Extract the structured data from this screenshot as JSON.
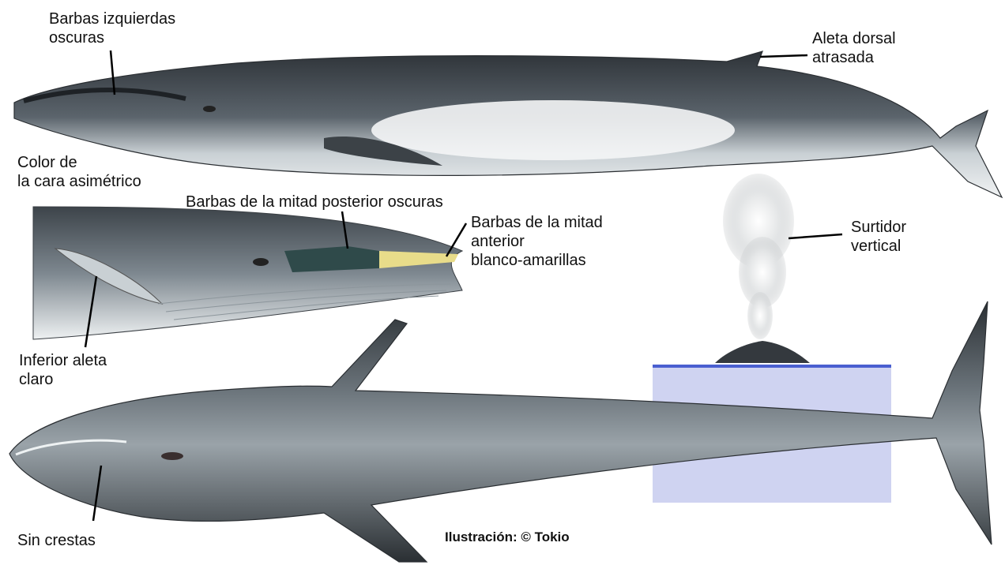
{
  "labels": {
    "left_baleen": "Barbas izquierdas\noscuras",
    "dorsal_fin": "Aleta dorsal\natrasada",
    "face_color": "Color de\nla cara asimétrico",
    "posterior_baleen": "Barbas de la mitad posterior oscuras",
    "anterior_baleen": "Barbas de la mitad\nanterior\nblanco-amarillas",
    "blow": "Surtidor\nvertical",
    "flipper": "Inferior aleta\nclaro",
    "no_ridges": "Sin crestas",
    "credit": "Ilustración: © Tokio"
  },
  "colors": {
    "whale_dark": "#3a3f45",
    "whale_mid": "#6c7680",
    "whale_light": "#e6eaec",
    "baleen_dark": "#2f4a4a",
    "baleen_light": "#e8dc8a",
    "water": "#b9bde8",
    "water_line": "#4a5fd0"
  },
  "icons": {
    "side_view": "whale-side-illustration",
    "head_view": "whale-head-closeup-illustration",
    "top_view": "whale-top-illustration",
    "spout": "vertical-blow-illustration"
  }
}
